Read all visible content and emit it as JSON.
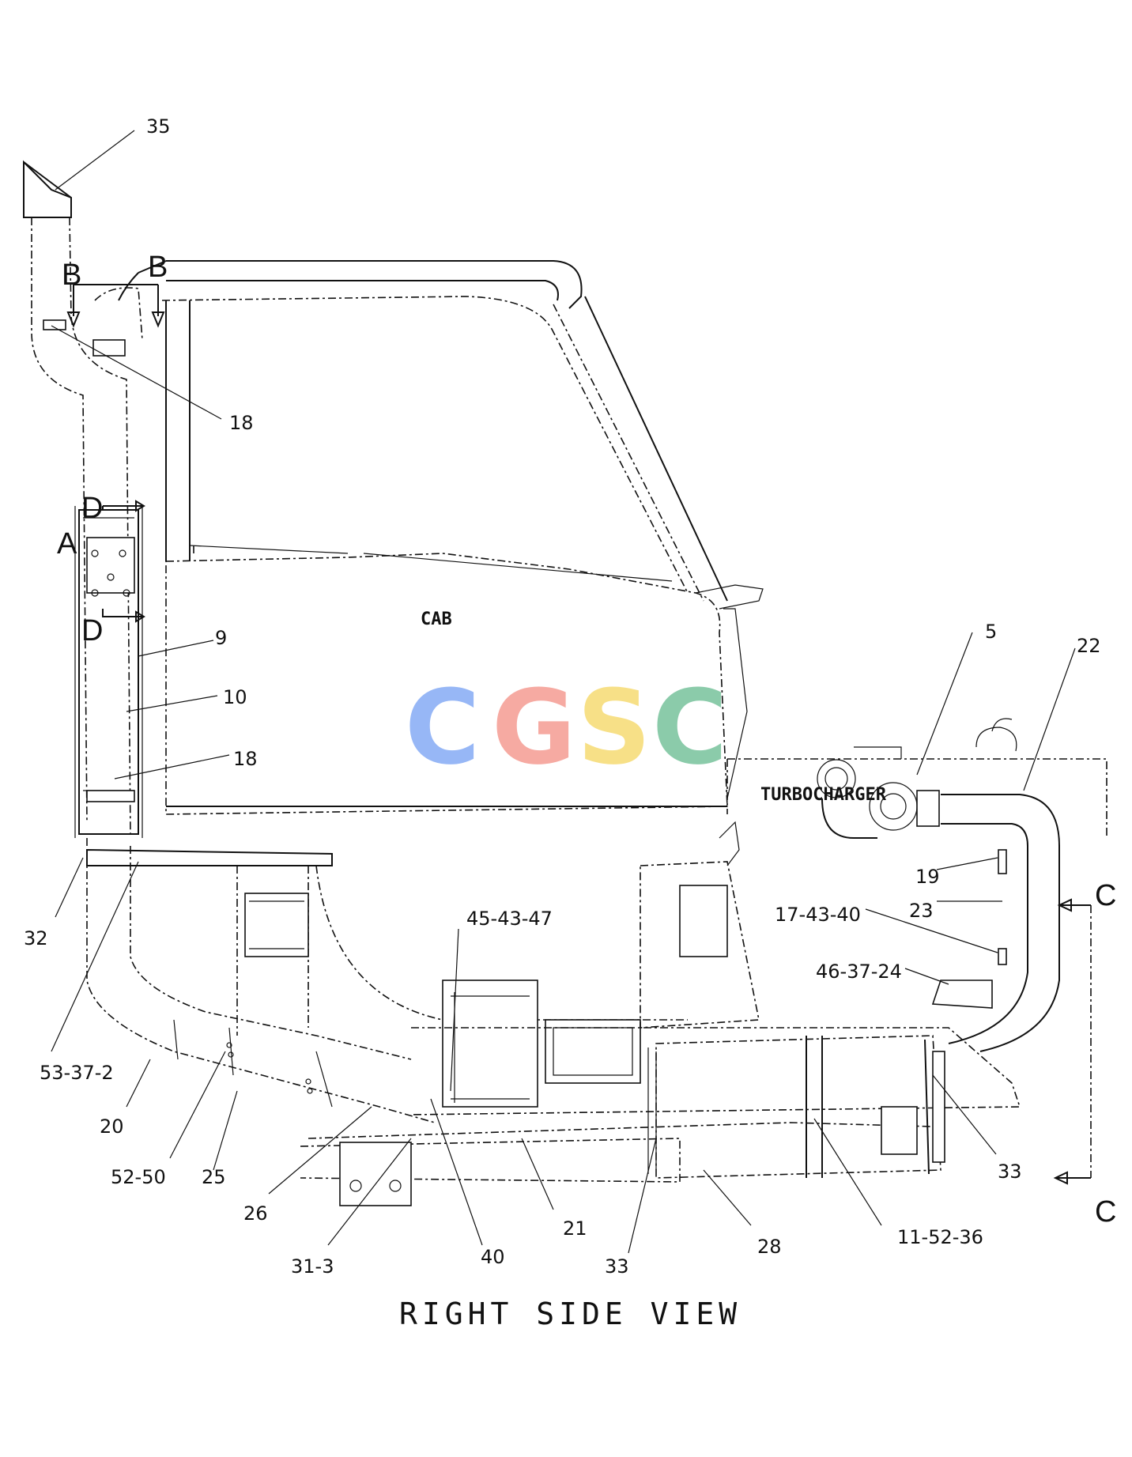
{
  "title": "RIGHT SIDE VIEW",
  "watermark": {
    "letters": [
      "C",
      "G",
      "S",
      "C"
    ],
    "colors": [
      "#7ea6f4",
      "#f4958c",
      "#f6d96a",
      "#6fbf96"
    ]
  },
  "section_labels": {
    "A": "A",
    "B1": "B",
    "B2": "B",
    "C1": "C",
    "C2": "C",
    "D1": "D",
    "D2": "D"
  },
  "component_labels": {
    "cab": "CAB",
    "turbocharger": "TURBOCHARGER"
  },
  "callouts": [
    "35",
    "18",
    "9",
    "10",
    "18",
    "32",
    "53-37-2",
    "20",
    "52-50",
    "25",
    "26",
    "31-3",
    "40",
    "21",
    "33",
    "28",
    "11-52-36",
    "33",
    "45-43-47",
    "5",
    "22",
    "19",
    "23",
    "17-43-40",
    "46-37-24"
  ]
}
